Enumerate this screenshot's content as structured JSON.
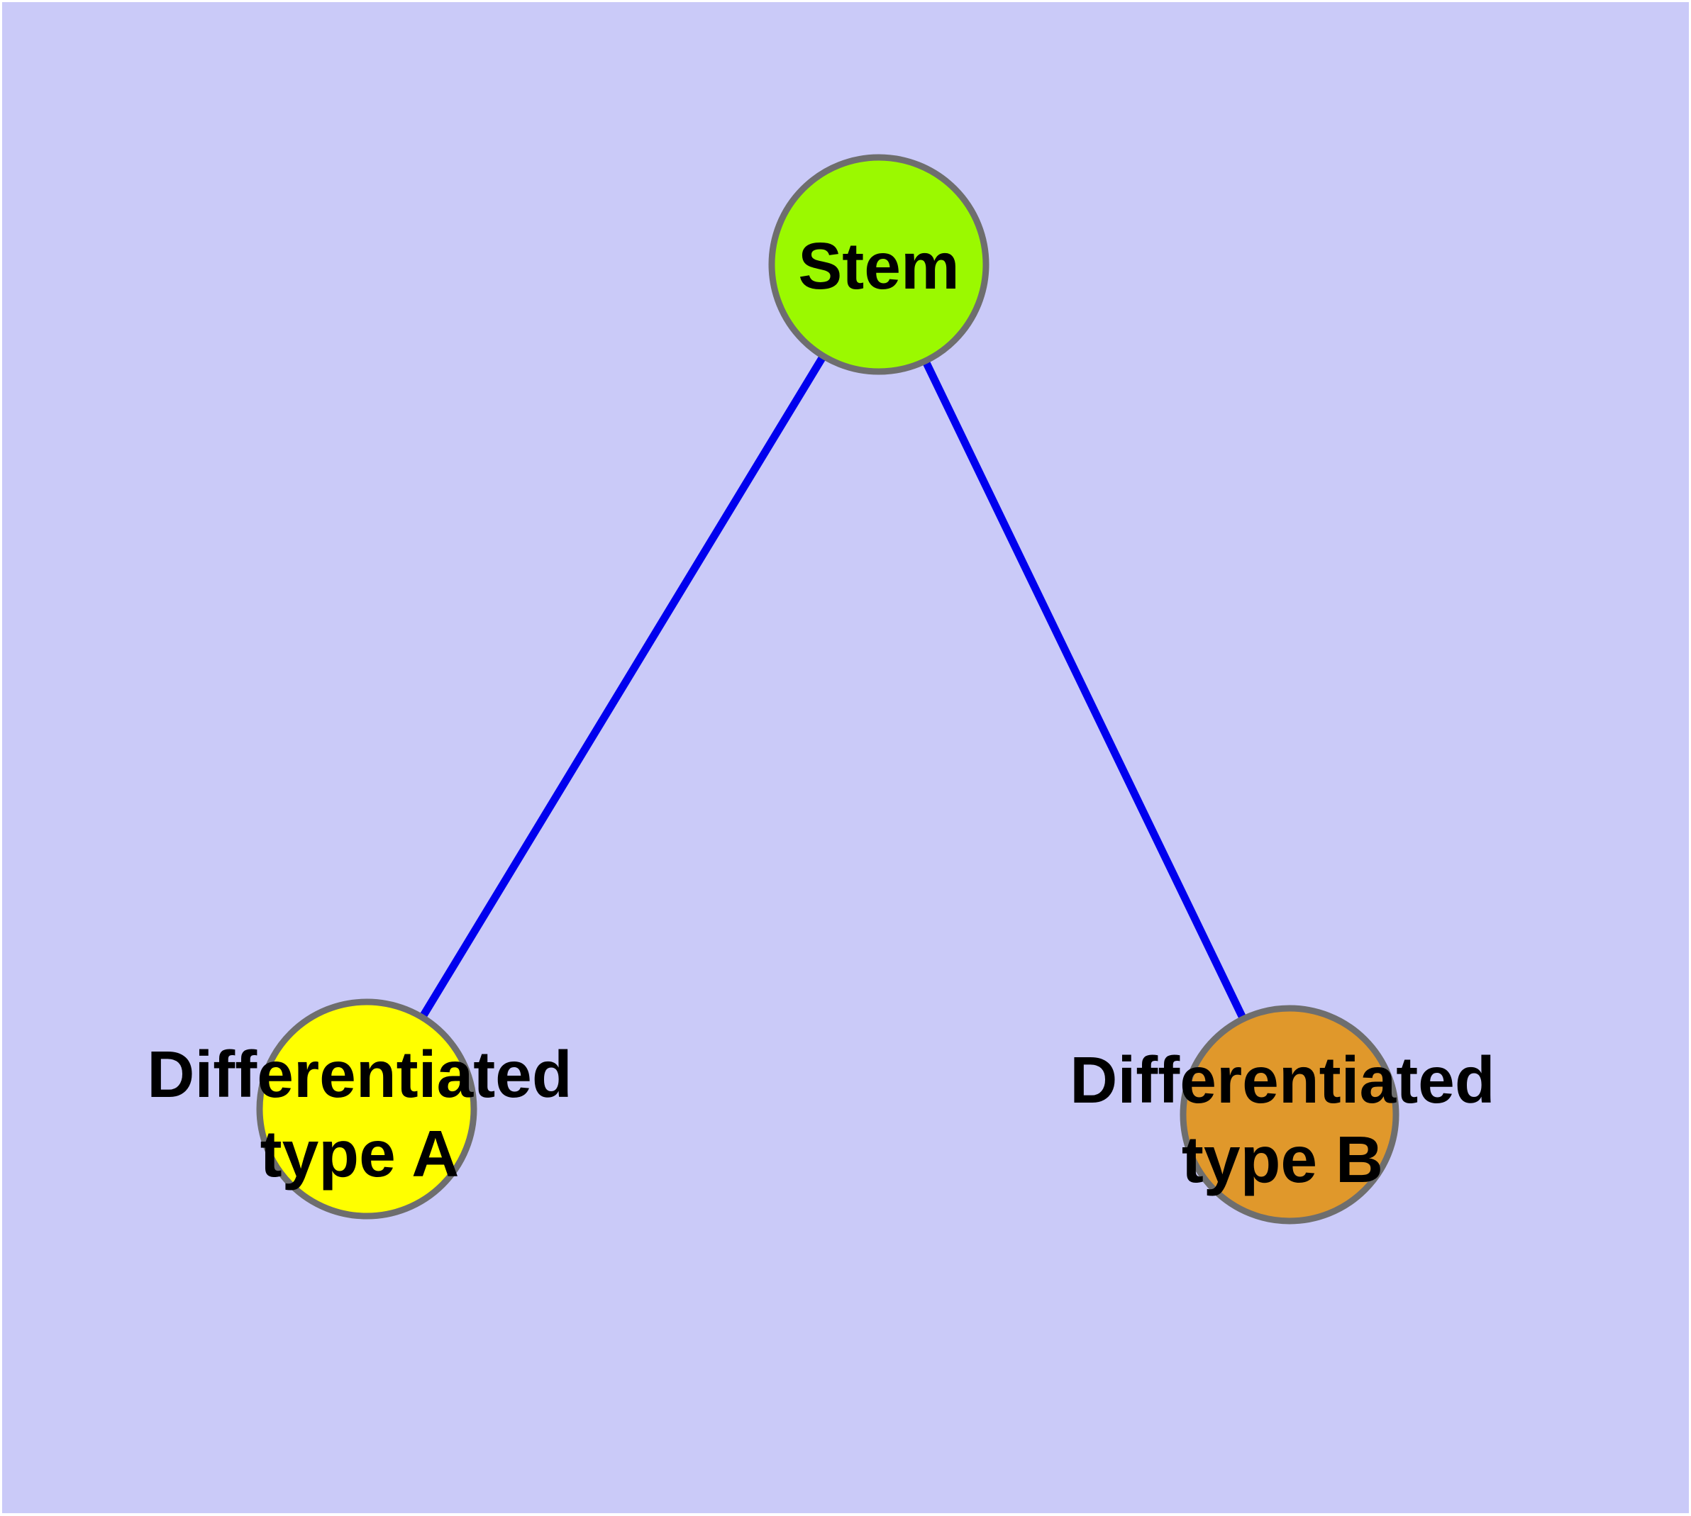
{
  "canvas": {
    "background_color": "#CACAF8",
    "frame_color": "#FFFFFF"
  },
  "graph": {
    "type": "node-link-diagram",
    "nodes": {
      "stem": {
        "label": "Stem",
        "fill": "#9BF900",
        "border_color": "#6E6E6E"
      },
      "type_a": {
        "label_line1": "Differentiated",
        "label_line2": "type A",
        "fill": "#FFFF00",
        "border_color": "#6E6E6E"
      },
      "type_b": {
        "label_line1": "Differentiated",
        "label_line2": "type B",
        "fill": "#E0982B",
        "border_color": "#6E6E6E"
      }
    },
    "edges": {
      "color": "#0000EE",
      "list": [
        {
          "from": "Stem",
          "to": "Differentiated type A"
        },
        {
          "from": "Stem",
          "to": "Differentiated type B"
        }
      ]
    }
  }
}
